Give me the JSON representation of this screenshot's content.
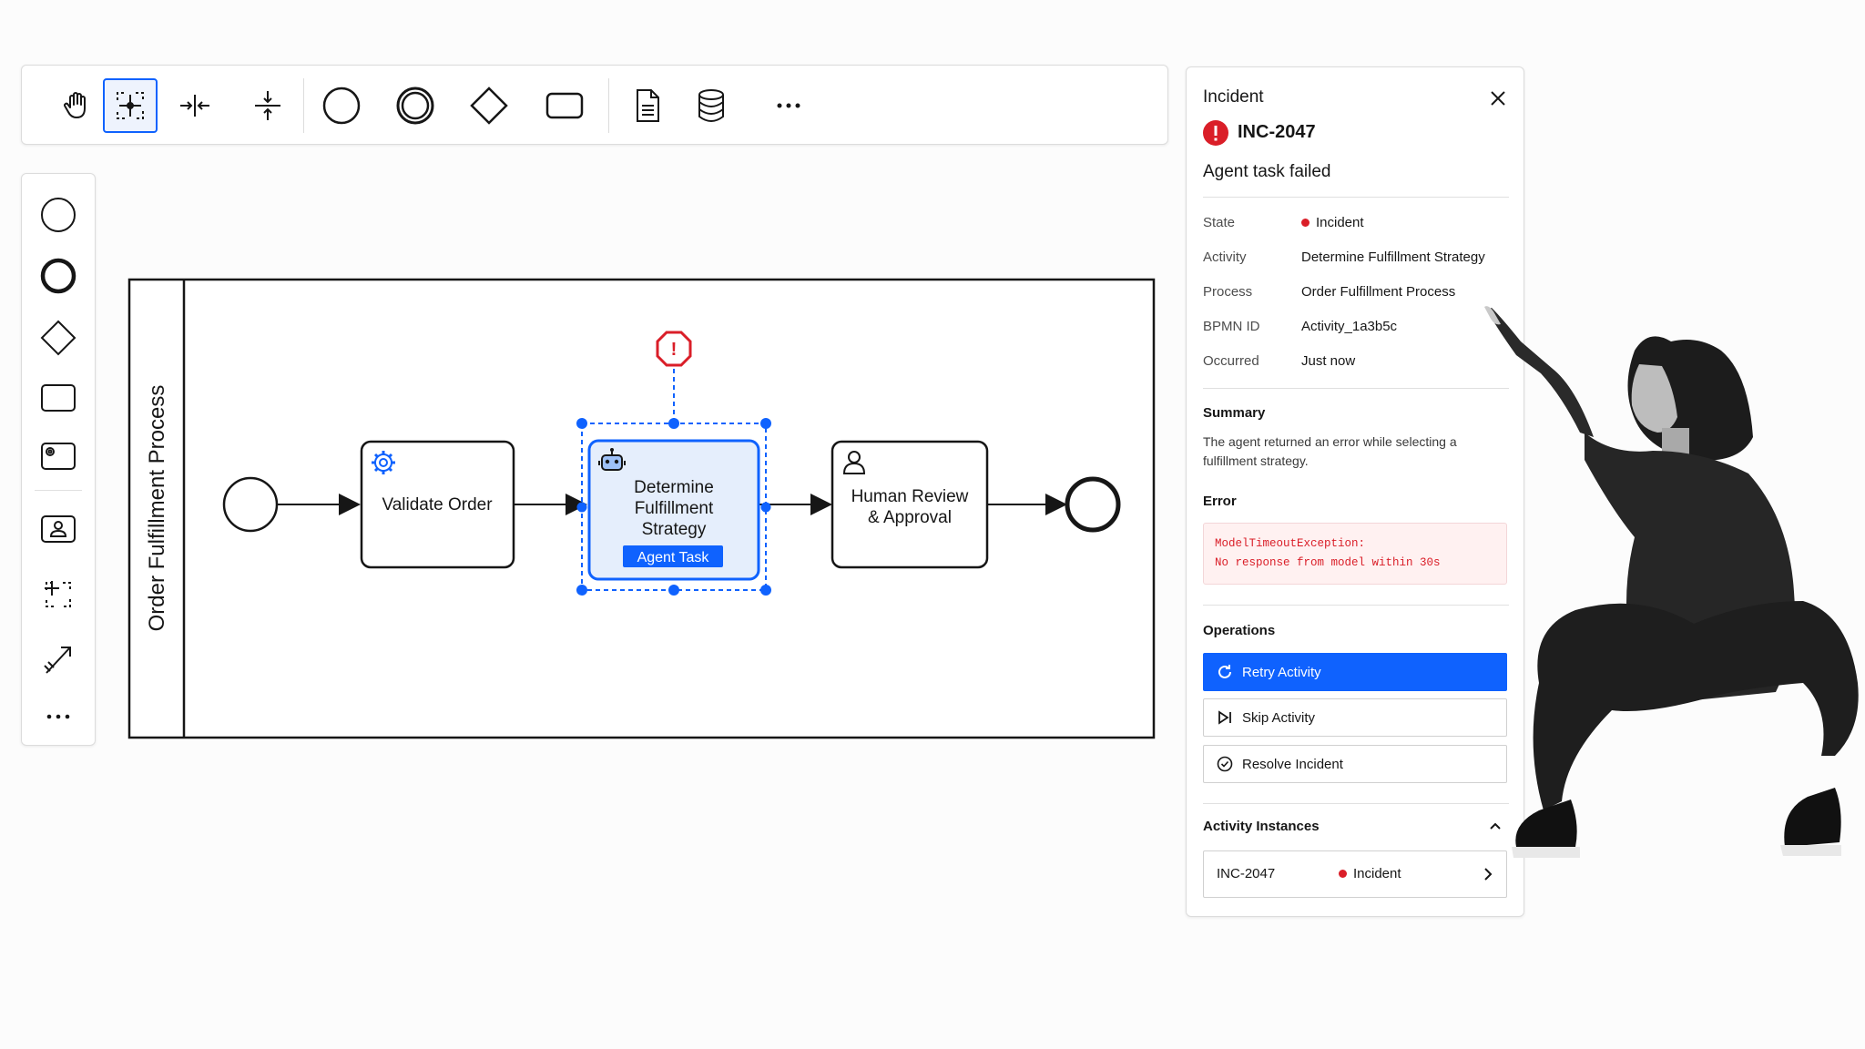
{
  "toolbar": {
    "tools": [
      {
        "icon": "hand-tool-icon"
      },
      {
        "icon": "lasso-select-icon",
        "active": true
      },
      {
        "icon": "space-horizontal-icon"
      },
      {
        "icon": "space-vertical-icon"
      },
      {
        "icon": "start-event-icon"
      },
      {
        "icon": "intermediate-event-icon"
      },
      {
        "icon": "gateway-icon"
      },
      {
        "icon": "task-icon"
      },
      {
        "icon": "data-object-icon"
      },
      {
        "icon": "data-store-icon"
      },
      {
        "icon": "more-icon"
      }
    ]
  },
  "palette": {
    "tools": [
      "start-event-icon",
      "end-event-icon",
      "gateway-icon",
      "task-icon",
      "subprocess-icon",
      "user-task-icon",
      "lasso-tool-icon",
      "connect-tool-icon",
      "more-icon"
    ]
  },
  "diagram": {
    "pool_label": "Order Fulfillment Process",
    "tasks": {
      "validate": {
        "label": "Validate Order",
        "icon": "gear-icon"
      },
      "determine": {
        "line1": "Determine",
        "line2": "Fulfillment",
        "line3": "Strategy",
        "badge": "Agent Task",
        "icon": "robot-icon"
      },
      "review": {
        "line1": "Human Review",
        "line2": "& Approval",
        "icon": "user-icon"
      }
    },
    "error_marker": "!"
  },
  "incident": {
    "header": "Incident",
    "id": "INC-2047",
    "subtitle": "Agent task failed",
    "details": [
      {
        "key": "State",
        "value": "Incident"
      },
      {
        "key": "Activity",
        "value": "Determine Fulfillment Strategy"
      },
      {
        "key": "Process",
        "value": "Order Fulfillment Process"
      },
      {
        "key": "BPMN ID",
        "value": "Activity_1a3b5c"
      },
      {
        "key": "Occurred",
        "value": "Just now"
      }
    ],
    "summary_title": "Summary",
    "summary_text_1": "The agent returned an error while selecting a",
    "summary_text_2": "fulfillment strategy.",
    "error_title": "Error",
    "error_line_1": "ModelTimeoutException:",
    "error_line_2": "No response from model within 30s",
    "operations_title": "Operations",
    "operations": {
      "retry": "Retry Activity",
      "skip": "Skip Activity",
      "resolve": "Resolve Incident"
    },
    "instances_title": "Activity Instances",
    "instance": {
      "id": "INC-2047",
      "state": "Incident"
    }
  },
  "colors": {
    "accent": "#0f62fe",
    "error": "#da1e28",
    "selected_fill": "#e5eefc"
  }
}
